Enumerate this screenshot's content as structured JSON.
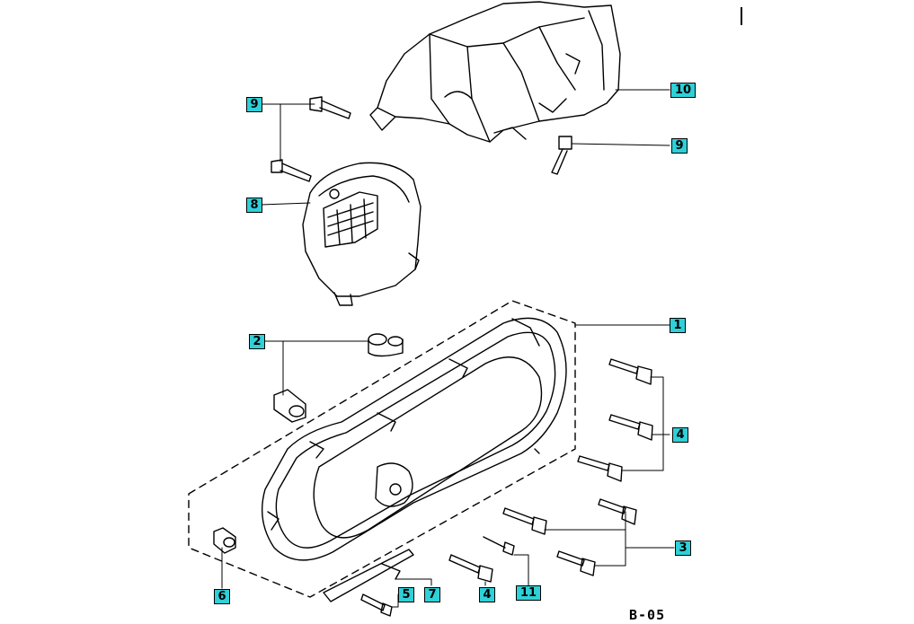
{
  "callouts": [
    {
      "id": "1",
      "label": "1"
    },
    {
      "id": "2",
      "label": "2"
    },
    {
      "id": "3",
      "label": "3"
    },
    {
      "id": "4a",
      "label": "4"
    },
    {
      "id": "4b",
      "label": "4"
    },
    {
      "id": "5",
      "label": "5"
    },
    {
      "id": "6",
      "label": "6"
    },
    {
      "id": "7",
      "label": "7"
    },
    {
      "id": "8",
      "label": "8"
    },
    {
      "id": "9a",
      "label": "9"
    },
    {
      "id": "9b",
      "label": "9"
    },
    {
      "id": "10",
      "label": "10"
    },
    {
      "id": "11",
      "label": "11"
    }
  ],
  "page_code": "B-05",
  "colors": {
    "callout_fill": "#2fd0d8",
    "ink": "#000000",
    "background": "#ffffff"
  }
}
